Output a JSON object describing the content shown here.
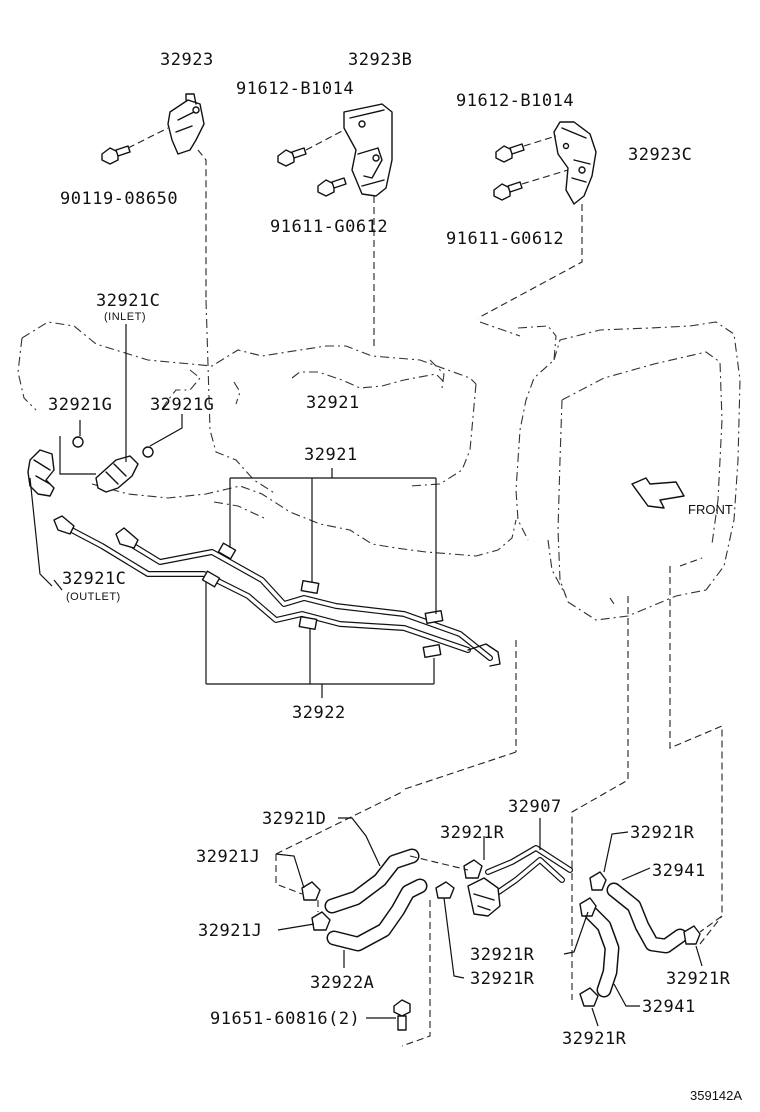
{
  "labels": {
    "p32923": "32923",
    "p32923b": "32923B",
    "p91612_b1014_a": "91612-B1014",
    "p91612_b1014_b": "91612-B1014",
    "p32923c": "32923C",
    "p90119_08650": "90119-08650",
    "p91611_g0612_a": "91611-G0612",
    "p91611_g0612_b": "91611-G0612",
    "p32921c_inlet": "32921C",
    "inlet_note": "(INLET)",
    "p32921g_a": "32921G",
    "p32921g_b": "32921G",
    "p32921_a": "32921",
    "p32921_b": "32921",
    "front": "FRONT",
    "p32921c_outlet": "32921C",
    "outlet_note": "(OUTLET)",
    "p32922": "32922",
    "p32907": "32907",
    "p32921d": "32921D",
    "p32921r_a": "32921R",
    "p32921r_b": "32921R",
    "p32921j_a": "32921J",
    "p32941_a": "32941",
    "p32921j_b": "32921J",
    "p32921r_c": "32921R",
    "p32922a": "32922A",
    "p32921r_d": "32921R",
    "p32921r_e": "32921R",
    "p91651_60816": "91651-60816(2)",
    "p32941_b": "32941",
    "p32921r_f": "32921R",
    "figure_id": "359142A"
  },
  "icons": {
    "front_arrow": "front-arrow-icon"
  }
}
